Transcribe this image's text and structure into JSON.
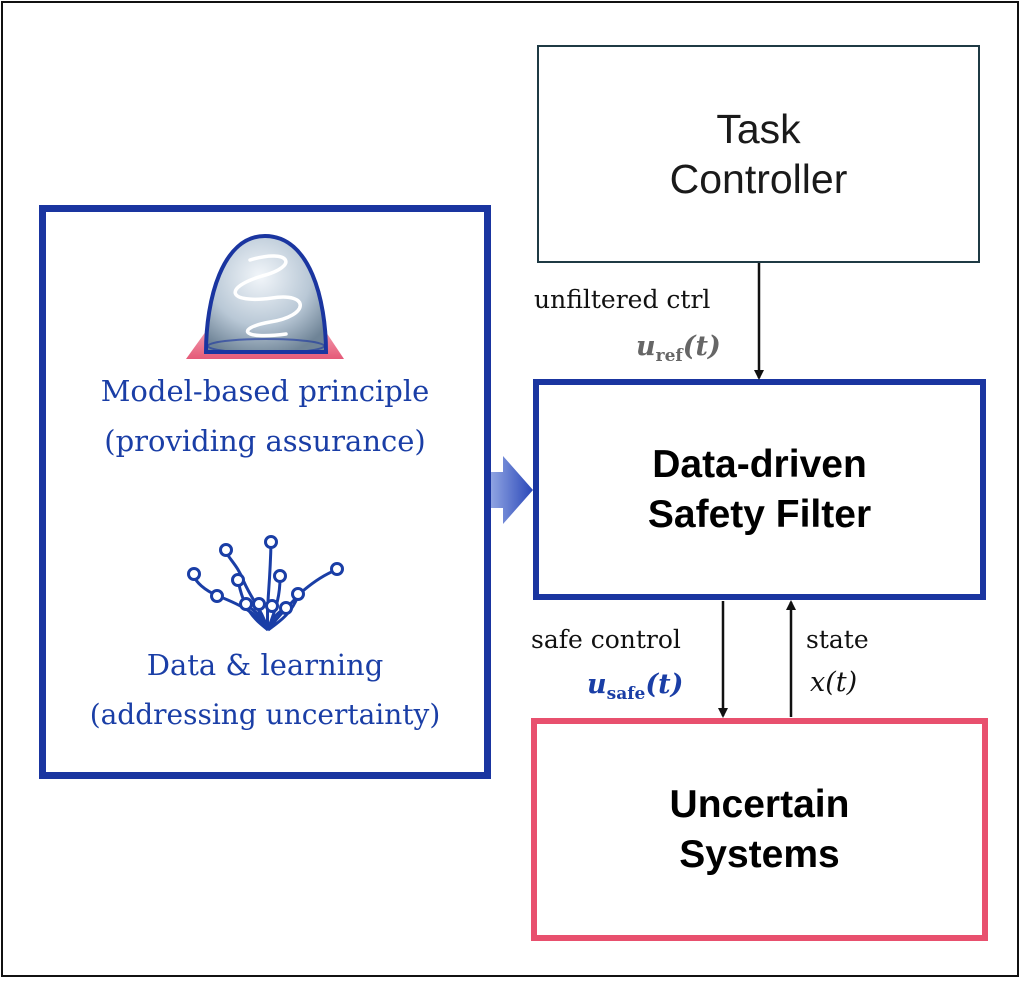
{
  "task_controller": {
    "line1": "Task",
    "line2": "Controller"
  },
  "safety_filter": {
    "line1": "Data-driven",
    "line2": "Safety Filter"
  },
  "uncertain_systems": {
    "line1": "Uncertain",
    "line2": "Systems"
  },
  "edges": {
    "unfiltered": {
      "label": "unfiltered ctrl",
      "symbol": "u",
      "subscript": "ref",
      "arg": "(t)"
    },
    "safe": {
      "label": "safe control",
      "symbol": "u",
      "subscript": "safe",
      "arg": "(t)"
    },
    "state": {
      "label": "state",
      "math": "x(t)"
    }
  },
  "left_panel": {
    "model_title": "Model-based principle",
    "model_subtitle": "(providing assurance)",
    "data_title": "Data & learning",
    "data_subtitle": "(addressing uncertainty)"
  },
  "colors": {
    "blue": "#1a35a0",
    "blue_text": "#1a3ea6",
    "pink": "#e8506e",
    "symbol_gray": "#666666"
  }
}
